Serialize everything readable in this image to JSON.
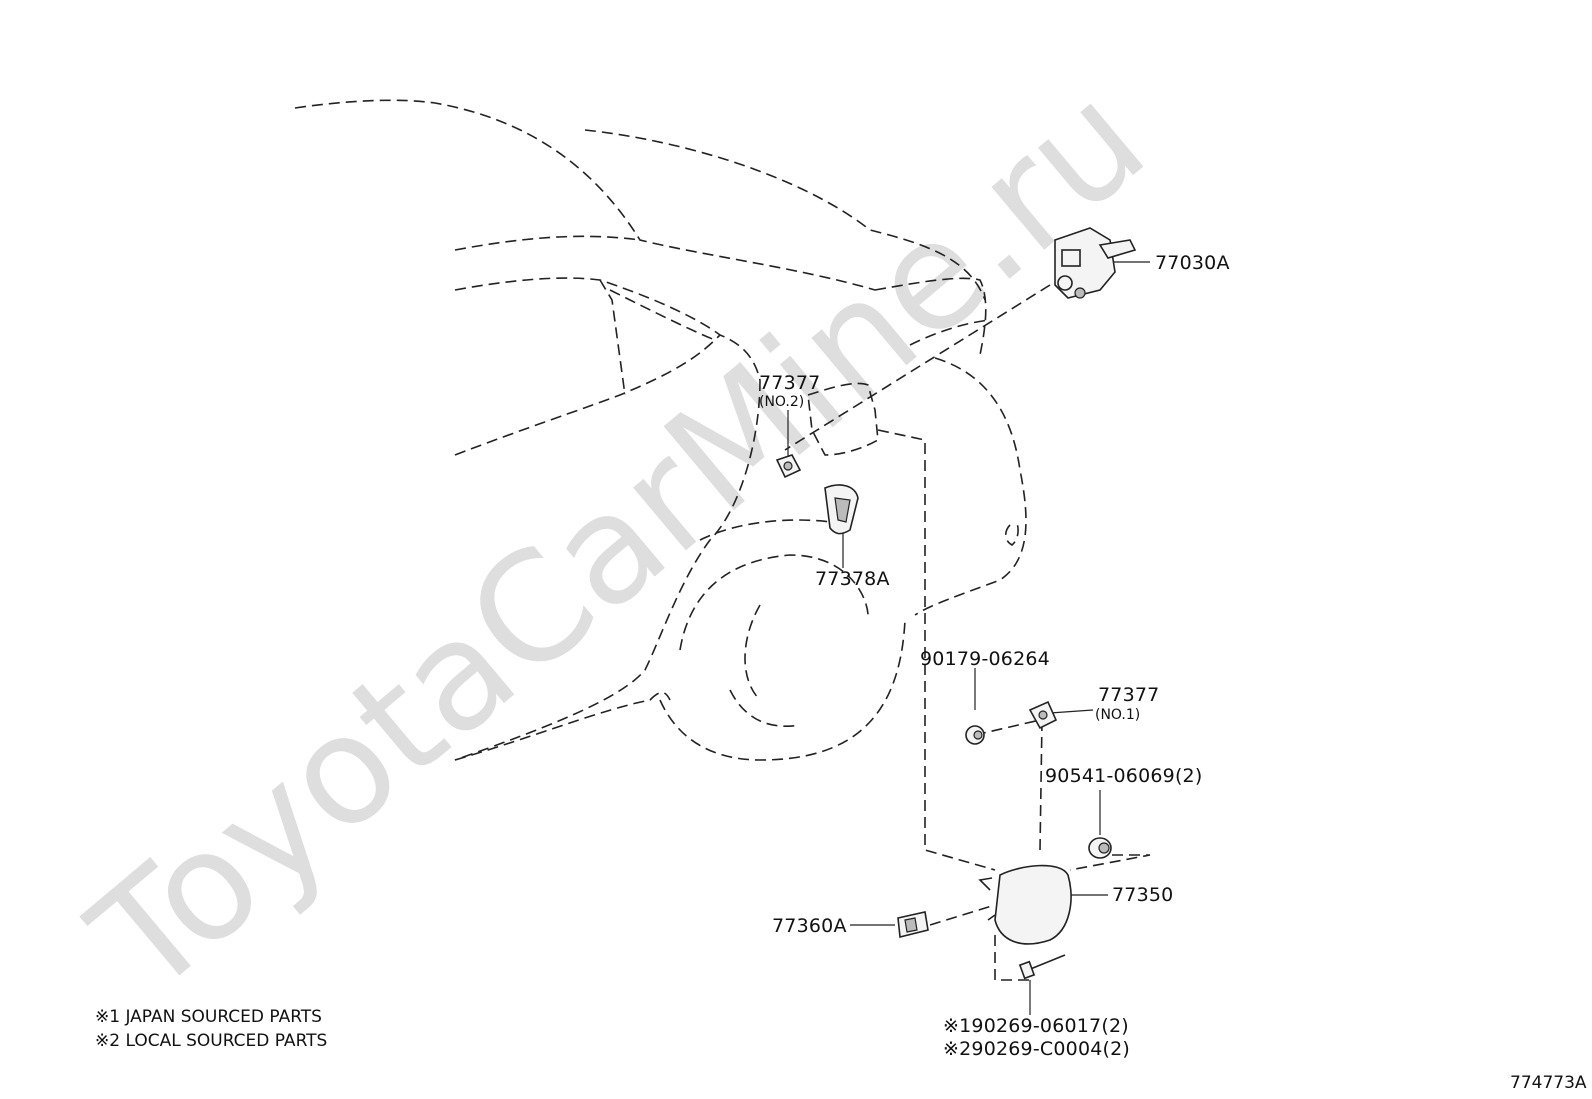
{
  "watermark": "ToyotaCarMine.ru",
  "diagram_id": "774773A",
  "notes": [
    "※1 JAPAN SOURCED PARTS",
    "※2 LOCAL SOURCED PARTS"
  ],
  "callouts": {
    "p77030A": "77030A",
    "p77377_no2": "77377",
    "p77377_no2_sub": "(NO.2)",
    "p77378A": "77378A",
    "p90179": "90179-06264",
    "p77377_no1": "77377",
    "p77377_no1_sub": "(NO.1)",
    "p90541": "90541-06069(2)",
    "p77350": "77350",
    "p77360A": "77360A",
    "p90269_1": "※190269-06017(2)",
    "p90269_2": "※290269-C0004(2)"
  }
}
